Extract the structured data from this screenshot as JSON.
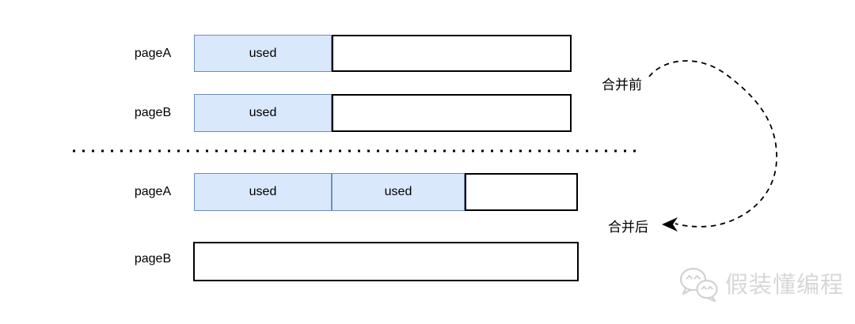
{
  "diagram": {
    "title_hint": "memory page merge diagram",
    "sections": [
      {
        "id": "before",
        "label": "合并前",
        "rows": [
          {
            "name": "pageA",
            "segments": [
              {
                "label": "used",
                "state": "used"
              },
              {
                "label": "",
                "state": "free"
              }
            ]
          },
          {
            "name": "pageB",
            "segments": [
              {
                "label": "used",
                "state": "used"
              },
              {
                "label": "",
                "state": "free"
              }
            ]
          }
        ]
      },
      {
        "id": "after",
        "label": "合并后",
        "rows": [
          {
            "name": "pageA",
            "segments": [
              {
                "label": "used",
                "state": "used"
              },
              {
                "label": "used",
                "state": "used"
              },
              {
                "label": "",
                "state": "free"
              }
            ]
          },
          {
            "name": "pageB",
            "segments": [
              {
                "label": "",
                "state": "free"
              }
            ]
          }
        ]
      }
    ],
    "colors": {
      "used_fill": "#dae8fc",
      "used_stroke": "#6c8ebf",
      "free_fill": "#ffffff",
      "free_stroke": "#000000",
      "divider": "#000000",
      "arrow": "#000000",
      "watermark": "#d7d7d7"
    }
  },
  "watermark": {
    "brand": "假装懂编程",
    "logo_icon": "wechat-logo-icon"
  }
}
